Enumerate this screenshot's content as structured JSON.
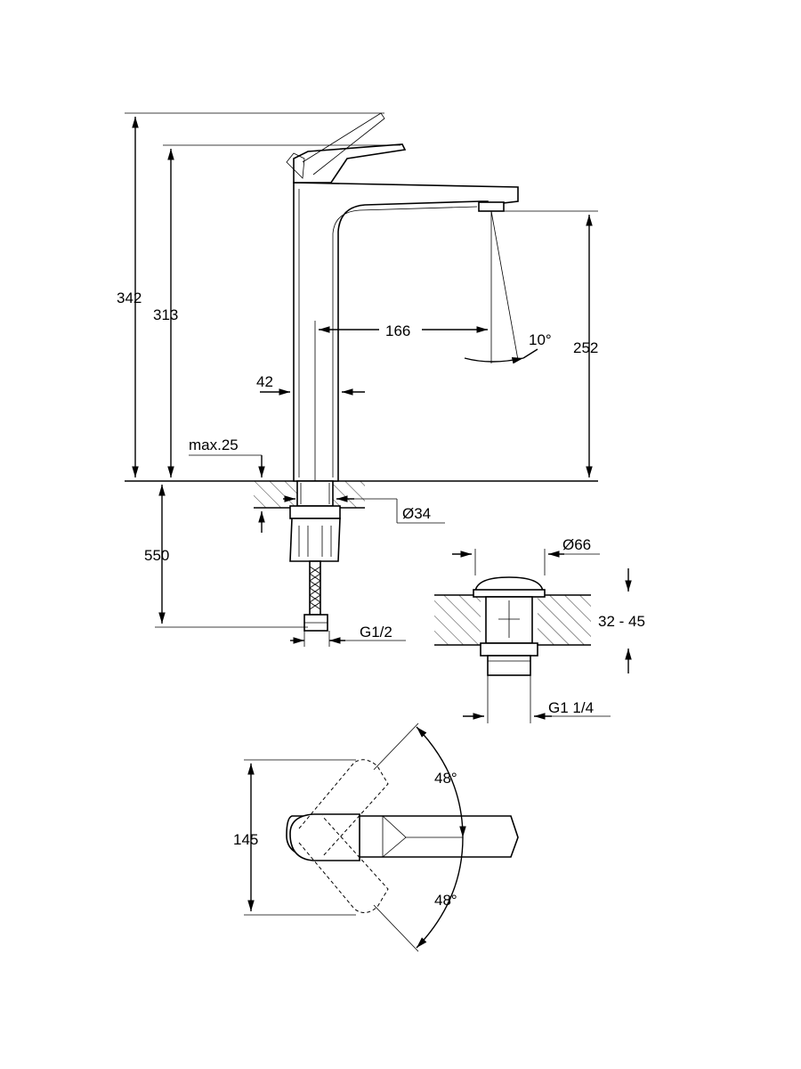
{
  "dimensions": {
    "height_total": "342",
    "height_spout": "313",
    "reach": "166",
    "spout_angle": "10°",
    "spout_height": "252",
    "body_width": "42",
    "max_deck": "max.25",
    "hole_diameter": "Ø34",
    "hose_length": "550",
    "connection": "G1/2",
    "waste_diameter": "Ø66",
    "waste_thickness": "32 - 45",
    "waste_thread": "G1 1/4",
    "handle_width": "145",
    "rotation_upper": "48°",
    "rotation_lower": "48°"
  }
}
